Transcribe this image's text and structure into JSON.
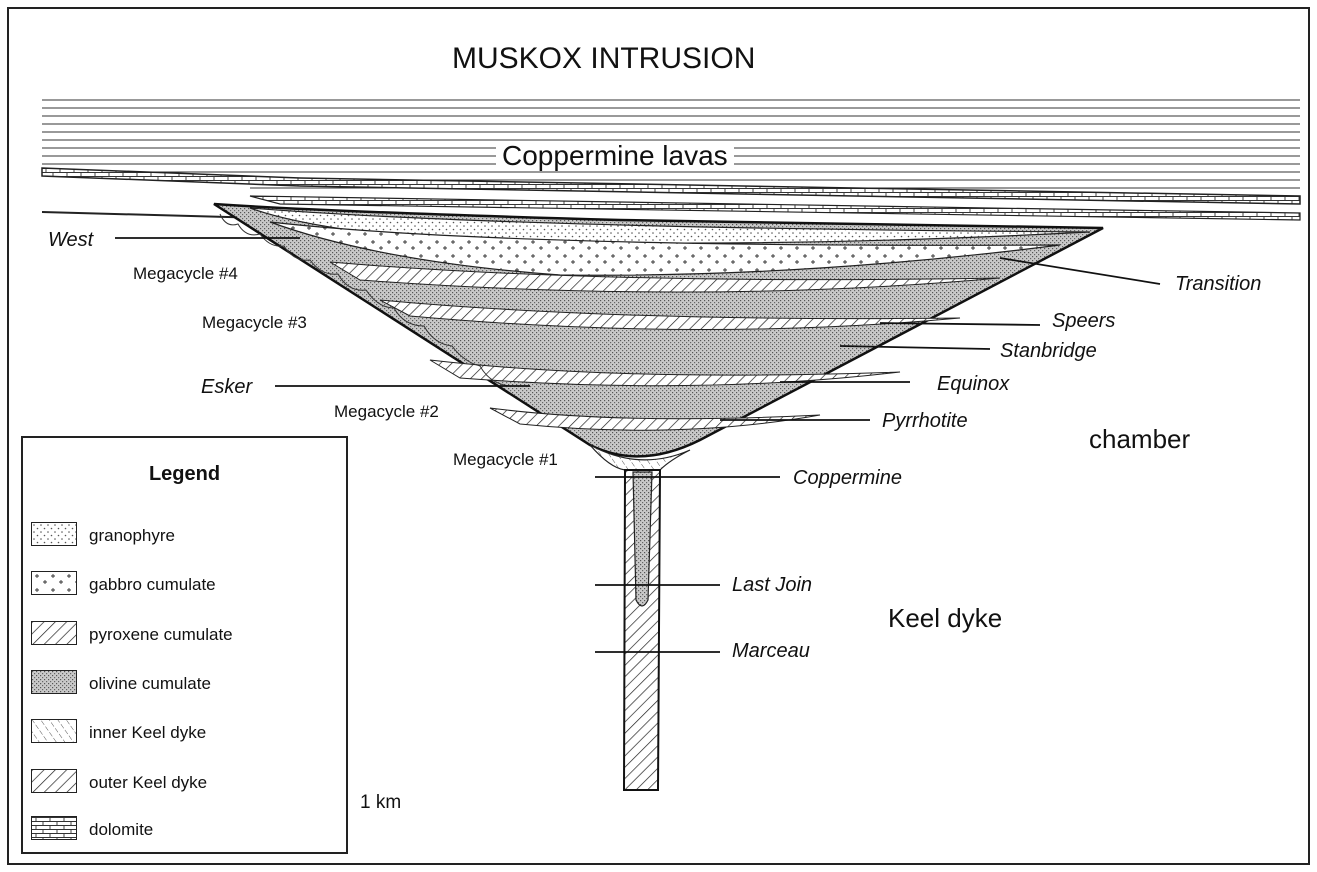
{
  "title": "MUSKOX INTRUSION",
  "lavas_label": "Coppermine lavas",
  "regions": {
    "chamber": "chamber",
    "keel": "Keel dyke"
  },
  "members": {
    "west": "West",
    "esker": "Esker",
    "transition": "Transition",
    "speers": "Speers",
    "stanbridge": "Stanbridge",
    "equinox": "Equinox",
    "pyrrhotite": "Pyrrhotite",
    "coppermine": "Coppermine",
    "last_join": "Last Join",
    "marceau": "Marceau"
  },
  "megacycles": {
    "mc4": "Megacycle #4",
    "mc3": "Megacycle #3",
    "mc2": "Megacycle #2",
    "mc1": "Megacycle #1"
  },
  "legend": {
    "title": "Legend",
    "items": [
      {
        "label": "granophyre",
        "pattern": "dots"
      },
      {
        "label": "gabbro cumulate",
        "pattern": "crosses"
      },
      {
        "label": "pyroxene cumulate",
        "pattern": "hatch"
      },
      {
        "label": "olivine cumulate",
        "pattern": "stipple"
      },
      {
        "label": "inner Keel dyke",
        "pattern": "light-hatch"
      },
      {
        "label": "outer Keel dyke",
        "pattern": "hatch"
      },
      {
        "label": "dolomite",
        "pattern": "brick"
      }
    ]
  },
  "scale_bar": {
    "label": "1 km"
  }
}
